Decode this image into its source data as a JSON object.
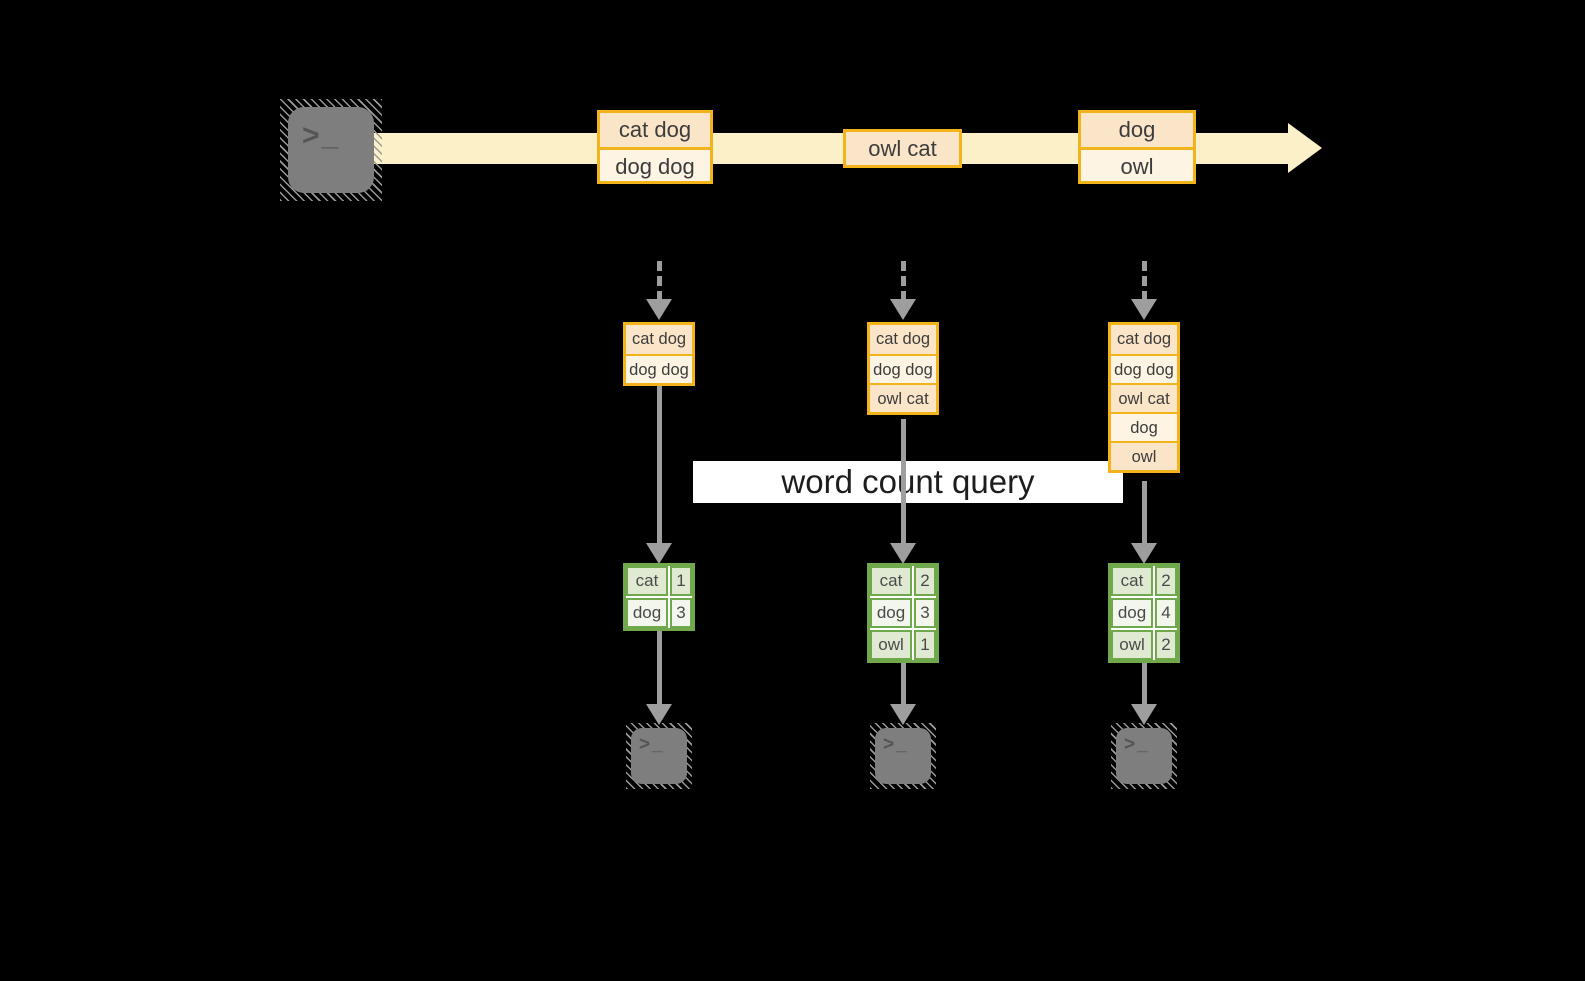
{
  "query_label": "word count query",
  "icons": {
    "terminal_glyph": ">_"
  },
  "colors": {
    "background": "#000000",
    "stream_band": "#FCF0C9",
    "box_border": "#F2B31B",
    "box_fill_dark": "#FBE5C8",
    "box_fill_light": "#FDF4E3",
    "table_border": "#6FA94C",
    "table_fill_green": "#E0EAD3",
    "table_fill_light": "#F2F6EC",
    "arrow_gray": "#9E9E9E",
    "terminal_gray": "#7F7F7F"
  },
  "stream": {
    "events": [
      {
        "lines": [
          "cat dog",
          "dog dog"
        ]
      },
      {
        "lines": [
          "owl cat"
        ]
      },
      {
        "lines": [
          "dog",
          "owl"
        ]
      }
    ]
  },
  "columns": [
    {
      "records": [
        "cat dog",
        "dog dog"
      ],
      "counts": [
        [
          "cat",
          "1"
        ],
        [
          "dog",
          "3"
        ]
      ]
    },
    {
      "records": [
        "cat dog",
        "dog dog",
        "owl cat"
      ],
      "counts": [
        [
          "cat",
          "2"
        ],
        [
          "dog",
          "3"
        ],
        [
          "owl",
          "1"
        ]
      ]
    },
    {
      "records": [
        "cat dog",
        "dog dog",
        "owl cat",
        "dog",
        "owl"
      ],
      "counts": [
        [
          "cat",
          "2"
        ],
        [
          "dog",
          "4"
        ],
        [
          "owl",
          "2"
        ]
      ]
    }
  ]
}
